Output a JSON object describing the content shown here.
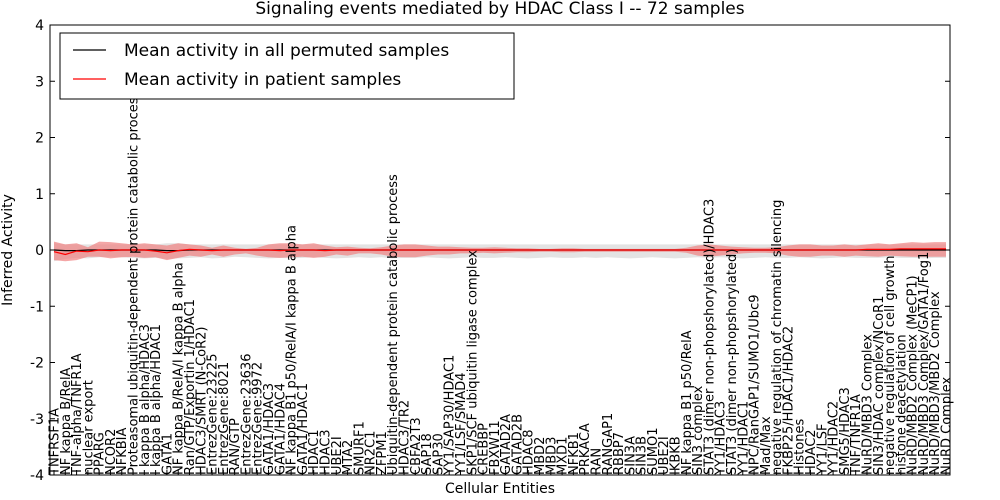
{
  "chart_data": {
    "type": "line",
    "title": "Signaling events mediated by HDAC Class I -- 72 samples",
    "xlabel": "Cellular Entities",
    "ylabel": "Inferred Activity",
    "ylim": [
      -4,
      4
    ],
    "yticks": [
      -4,
      -3,
      -2,
      -1,
      0,
      1,
      2,
      3,
      4
    ],
    "grid": false,
    "legend_position": "top-left",
    "colors": {
      "permuted_line": "#000000",
      "patient_line": "#ff0000",
      "permuted_band": "#cccccc",
      "patient_band": "#f08080"
    },
    "categories": [
      "TNFRSF1A",
      "NF kappa B/RelA",
      "TNF-alpha/TNFR1A",
      "nuclear export",
      "PPARG",
      "NCOR2",
      "NFKBIA",
      "Proteasomal ubiquitin-dependent protein catabolic process",
      "I kappa B alpha/HDAC3",
      "I kappa B alpha/HDAC1",
      "GATA1",
      "NF kappa B/RelA/I kappa B alpha",
      "Ran/GTP/Exportin 1/HDAC1",
      "HDAC3/SMRT (N-CoR2)",
      "EntrezGene:23225",
      "EntrezGene:8021",
      "RAN/GTP",
      "EntrezGene:23636",
      "EntrezGene:9972",
      "GATA1/HDAC3",
      "GATA1/HDAC4",
      "NF kappa B1 p50/RelA/I kappa B alpha",
      "GATA1/HDAC1",
      "HDAC1",
      "HDAC3",
      "UBE2I",
      "MTA2",
      "SMURF1",
      "NR2C1",
      "ZFPM1",
      "Ubiquitin-dependent protein catabolic process",
      "HDAC3/TR2",
      "CBFA2T3",
      "SAP18",
      "SAP30",
      "YY1/SAP30/HDAC1",
      "YY1/LSF/SMAD4",
      "SKP1/SCF ubiquitin ligase complex",
      "CREBBP",
      "FBXW11",
      "GATAD2A",
      "GATAD2B",
      "HDAC8",
      "MBD2",
      "MBD3",
      "MXD1",
      "NFKB1",
      "PRKACA",
      "RAN",
      "RANGAP1",
      "RBBP7",
      "SIN3A",
      "SIN3B",
      "SUMO1",
      "UBE2I",
      "IKBKB",
      "NF kappa B1 p50/RelA",
      "SIN3 complex",
      "STAT3 (dimer non-phopshorylated)/HDAC3",
      "YY1/HDAC3",
      "STAT3 (dimer non-phopshorylated)",
      "YY1/HDAC1",
      "NPC/RanGAP1/SUMO1/Ubc9",
      "Mad/Max",
      "negative regulation of chromatin silencing",
      "FKBP25/HDAC1/HDAC2",
      "Histones",
      "HDAC2",
      "YY1/LSF",
      "YY1/HDAC2",
      "SMG5/HDAC3",
      "TNF/TNFR1A",
      "NuRD/MBD3 Complex",
      "SIN3/HDAC complex/NCoR1",
      "negative regulation of cell growth",
      "histone deacetylation",
      "NuRD/MBD2 Complex (MeCP1)",
      "NuRD/MBD3 Complex/GATA1/Fog1",
      "NuRD/MBD3/MBD2 Complex",
      "NuRD Complex"
    ],
    "series": [
      {
        "name": "Mean activity in all permuted samples",
        "values": [
          0.0,
          -0.01,
          -0.01,
          0.0,
          0.0,
          0.0,
          0.0,
          0.0,
          0.0,
          0.0,
          -0.01,
          -0.01,
          0.0,
          0.0,
          0.0,
          0.0,
          0.0,
          0.0,
          0.0,
          0.0,
          0.0,
          0.0,
          0.0,
          0.0,
          0.0,
          0.0,
          0.0,
          0.0,
          0.0,
          0.0,
          0.0,
          0.0,
          0.0,
          0.0,
          0.0,
          0.0,
          0.0,
          0.0,
          0.0,
          0.0,
          0.0,
          0.0,
          0.0,
          0.0,
          0.0,
          0.0,
          0.0,
          0.0,
          0.0,
          0.0,
          0.0,
          0.0,
          0.0,
          0.0,
          0.0,
          0.0,
          0.0,
          0.0,
          0.0,
          0.0,
          0.0,
          0.0,
          0.0,
          0.0,
          0.0,
          0.0,
          0.0,
          0.0,
          0.0,
          0.0,
          0.0,
          0.0,
          0.0,
          0.0,
          0.0,
          0.0,
          0.0,
          0.0,
          0.0,
          0.0
        ],
        "band_upper": [
          0.12,
          0.1,
          0.1,
          0.1,
          0.1,
          0.1,
          0.1,
          0.1,
          0.1,
          0.1,
          0.12,
          0.12,
          0.1,
          0.1,
          0.1,
          0.1,
          0.1,
          0.1,
          0.1,
          0.1,
          0.1,
          0.1,
          0.1,
          0.1,
          0.1,
          0.1,
          0.1,
          0.1,
          0.1,
          0.1,
          0.1,
          0.1,
          0.1,
          0.1,
          0.1,
          0.1,
          0.1,
          0.1,
          0.1,
          0.1,
          0.1,
          0.1,
          0.1,
          0.1,
          0.1,
          0.1,
          0.1,
          0.1,
          0.1,
          0.1,
          0.1,
          0.1,
          0.1,
          0.1,
          0.1,
          0.1,
          0.1,
          0.1,
          0.1,
          0.1,
          0.1,
          0.1,
          0.1,
          0.1,
          0.1,
          0.1,
          0.1,
          0.1,
          0.1,
          0.1,
          0.1,
          0.1,
          0.1,
          0.1,
          0.1,
          0.1,
          0.1,
          0.1,
          0.1,
          0.1
        ],
        "band_lower": [
          -0.2,
          -0.16,
          -0.14,
          -0.15,
          -0.13,
          -0.12,
          -0.13,
          -0.14,
          -0.15,
          -0.14,
          -0.16,
          -0.15,
          -0.14,
          -0.13,
          -0.15,
          -0.14,
          -0.12,
          -0.13,
          -0.14,
          -0.15,
          -0.14,
          -0.15,
          -0.14,
          -0.13,
          -0.14,
          -0.15,
          -0.14,
          -0.13,
          -0.14,
          -0.13,
          -0.15,
          -0.14,
          -0.14,
          -0.13,
          -0.14,
          -0.15,
          -0.14,
          -0.13,
          -0.14,
          -0.14,
          -0.13,
          -0.14,
          -0.15,
          -0.14,
          -0.13,
          -0.14,
          -0.14,
          -0.13,
          -0.14,
          -0.13,
          -0.14,
          -0.15,
          -0.14,
          -0.13,
          -0.14,
          -0.15,
          -0.14,
          -0.13,
          -0.14,
          -0.13,
          -0.14,
          -0.15,
          -0.14,
          -0.13,
          -0.14,
          -0.14,
          -0.13,
          -0.14,
          -0.15,
          -0.14,
          -0.13,
          -0.14,
          -0.14,
          -0.14,
          -0.13,
          -0.14,
          -0.14,
          -0.15,
          -0.14,
          -0.14
        ]
      },
      {
        "name": "Mean activity in patient samples",
        "values": [
          -0.03,
          -0.08,
          -0.02,
          -0.03,
          0.0,
          -0.01,
          0.0,
          0.0,
          0.0,
          -0.02,
          -0.05,
          -0.01,
          0.01,
          0.0,
          -0.01,
          0.0,
          0.0,
          0.0,
          0.0,
          0.0,
          -0.01,
          0.0,
          0.0,
          0.0,
          -0.01,
          0.0,
          0.0,
          0.0,
          0.0,
          0.0,
          0.0,
          0.0,
          0.0,
          0.0,
          0.0,
          0.0,
          0.0,
          0.0,
          0.0,
          0.0,
          0.0,
          0.0,
          0.0,
          0.0,
          0.0,
          0.0,
          0.0,
          0.0,
          0.0,
          0.0,
          0.0,
          0.0,
          0.0,
          0.0,
          0.0,
          0.0,
          0.0,
          0.0,
          0.0,
          0.0,
          0.0,
          0.0,
          0.0,
          0.0,
          0.0,
          0.0,
          0.0,
          0.0,
          0.0,
          0.0,
          0.0,
          0.0,
          0.01,
          0.01,
          0.01,
          0.02,
          0.02,
          0.02,
          0.02,
          0.02
        ],
        "band_upper": [
          0.15,
          0.1,
          0.12,
          0.05,
          0.15,
          0.14,
          0.12,
          0.1,
          0.12,
          0.1,
          0.08,
          0.12,
          0.1,
          0.08,
          0.04,
          0.08,
          0.04,
          0.02,
          0.04,
          0.1,
          0.12,
          0.12,
          0.1,
          0.12,
          0.08,
          0.05,
          0.06,
          0.04,
          0.03,
          0.05,
          0.08,
          0.1,
          0.1,
          0.08,
          0.06,
          0.06,
          0.05,
          0.04,
          0.04,
          0.05,
          0.04,
          0.03,
          0.03,
          0.02,
          0.02,
          0.03,
          0.03,
          0.02,
          0.02,
          0.02,
          0.02,
          0.02,
          0.02,
          0.02,
          0.02,
          0.02,
          0.04,
          0.08,
          0.1,
          0.08,
          0.06,
          0.05,
          0.04,
          0.04,
          0.05,
          0.08,
          0.1,
          0.1,
          0.08,
          0.08,
          0.1,
          0.08,
          0.1,
          0.12,
          0.1,
          0.12,
          0.14,
          0.13,
          0.14,
          0.14
        ],
        "band_lower": [
          -0.18,
          -0.2,
          -0.18,
          -0.12,
          -0.12,
          -0.15,
          -0.13,
          -0.12,
          -0.14,
          -0.13,
          -0.18,
          -0.14,
          -0.1,
          -0.12,
          -0.08,
          -0.12,
          -0.08,
          -0.06,
          -0.1,
          -0.13,
          -0.14,
          -0.13,
          -0.12,
          -0.14,
          -0.12,
          -0.08,
          -0.1,
          -0.06,
          -0.06,
          -0.08,
          -0.12,
          -0.13,
          -0.13,
          -0.1,
          -0.08,
          -0.08,
          -0.06,
          -0.06,
          -0.05,
          -0.06,
          -0.05,
          -0.04,
          -0.04,
          -0.03,
          -0.03,
          -0.04,
          -0.04,
          -0.03,
          -0.03,
          -0.03,
          -0.03,
          -0.03,
          -0.03,
          -0.03,
          -0.03,
          -0.03,
          -0.05,
          -0.1,
          -0.12,
          -0.1,
          -0.08,
          -0.06,
          -0.05,
          -0.05,
          -0.06,
          -0.1,
          -0.12,
          -0.12,
          -0.1,
          -0.1,
          -0.12,
          -0.1,
          -0.11,
          -0.12,
          -0.1,
          -0.11,
          -0.12,
          -0.12,
          -0.12,
          -0.12
        ]
      }
    ]
  }
}
